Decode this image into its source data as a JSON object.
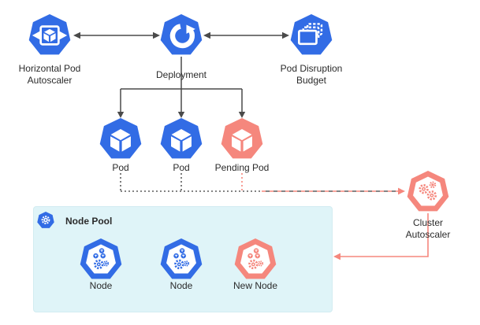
{
  "labels": {
    "hpa": "Horizontal Pod Autoscaler",
    "deployment": "Deployment",
    "pdb": "Pod Disruption Budget",
    "pod1": "Pod",
    "pod2": "Pod",
    "pending_pod": "Pending Pod",
    "cluster_autoscaler": "Cluster Autoscaler",
    "node_pool": "Node Pool",
    "node1": "Node",
    "node2": "Node",
    "new_node": "New Node"
  },
  "colors": {
    "kubernetes_blue": "#326CE5",
    "pending_salmon": "#F5877D",
    "arrow_dark": "#4a4a4a",
    "node_pool_bg": "#DFF4F8",
    "label_text": "#2b2b2b"
  },
  "edges": [
    {
      "from": "Horizontal Pod Autoscaler",
      "to": "Deployment",
      "style": "solid-double-arrow",
      "color": "dark"
    },
    {
      "from": "Pod Disruption Budget",
      "to": "Deployment",
      "style": "solid-double-arrow",
      "color": "dark"
    },
    {
      "from": "Deployment",
      "to": "Pod",
      "style": "solid-arrow",
      "color": "dark"
    },
    {
      "from": "Deployment",
      "to": "Pod",
      "style": "solid-arrow",
      "color": "dark"
    },
    {
      "from": "Deployment",
      "to": "Pending Pod",
      "style": "solid-arrow",
      "color": "dark"
    },
    {
      "from": "Pod",
      "to": "Cluster Autoscaler",
      "style": "dotted",
      "color": "dark"
    },
    {
      "from": "Pod",
      "to": "Cluster Autoscaler",
      "style": "dotted",
      "color": "dark"
    },
    {
      "from": "Pending Pod",
      "to": "Cluster Autoscaler",
      "style": "dashed-arrow",
      "color": "salmon"
    },
    {
      "from": "Cluster Autoscaler",
      "to": "Node Pool",
      "style": "solid-arrow",
      "color": "salmon"
    }
  ]
}
